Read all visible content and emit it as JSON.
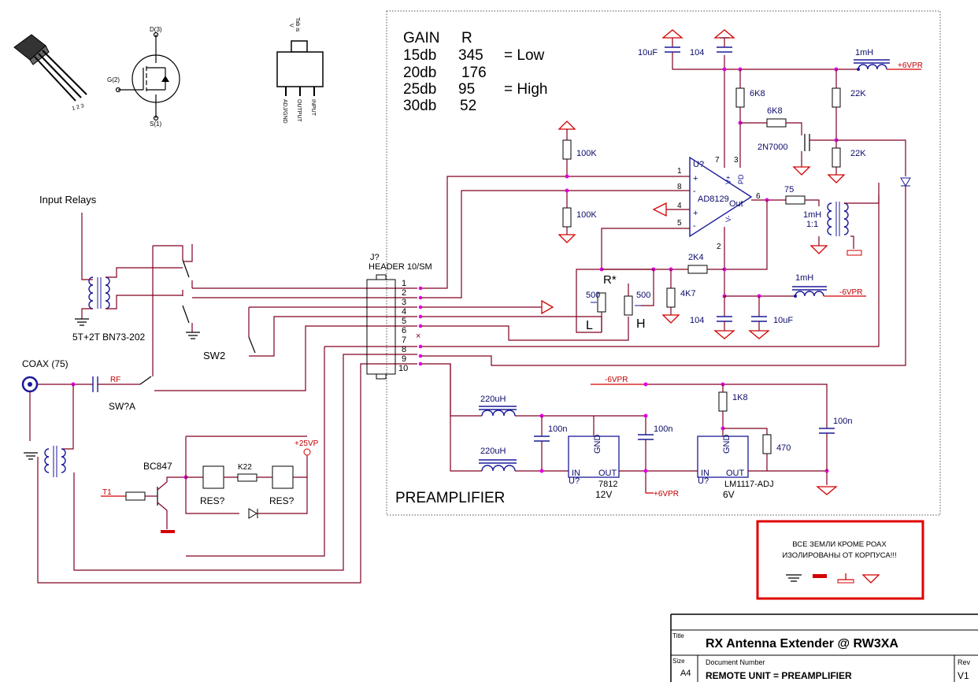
{
  "gain_table": {
    "header": [
      "GAIN",
      "R"
    ],
    "rows": [
      {
        "gain": "15db",
        "r": "345",
        "note": "= Low"
      },
      {
        "gain": "20db",
        "r": "176",
        "note": ""
      },
      {
        "gain": "25db",
        "r": "95",
        "note": "= High"
      },
      {
        "gain": "30db",
        "r": "52",
        "note": ""
      }
    ]
  },
  "labels": {
    "input_relays": "Input Relays",
    "transformer": "5T+2T BN73-202",
    "sw2": "SW2",
    "coax": "COAX (75)",
    "rf": "RF",
    "swa": "SW?A",
    "bc847": "BC847",
    "t1": "T1",
    "k22": "K22",
    "res1": "RES?",
    "res2": "RES?",
    "p25v": "+25VP",
    "header_ref": "J?",
    "header_name": "HEADER 10/SM",
    "header_pins": [
      "1",
      "2",
      "3",
      "4",
      "5",
      "6",
      "7",
      "8",
      "9",
      "10"
    ],
    "preamplifier": "PREAMPLIFIER",
    "r100k_a": "100K",
    "r100k_b": "100K",
    "c10uf_top": "10uF",
    "c104_top": "104",
    "l1mh_top": "1mH",
    "p6vpr": "+6VPR",
    "r6k8_a": "6K8",
    "r6k8_b": "6K8",
    "r22k_a": "22K",
    "r22k_b": "22K",
    "n7000": "2N7000",
    "opamp": "AD8129",
    "opamp_ref": "U?",
    "pin1": "1",
    "pin8": "8",
    "pin4": "4",
    "pin5": "5",
    "pin6": "6",
    "pin7": "7",
    "pin3": "3",
    "pin2": "2",
    "vplus": "V+",
    "vminus": "V-",
    "pd": "PD",
    "out": "Out",
    "r75": "75",
    "l1mh_mid": "1mH",
    "ratio": "1:1",
    "r2k4": "2K4",
    "r4k7": "4K7",
    "rstar": "R*",
    "pot_l_val": "500",
    "pot_h_val": "500",
    "pot_l": "L",
    "pot_h": "H",
    "l1mh_neg": "1mH",
    "m6vpr": "-6VPR",
    "c104_bot": "104",
    "c10uf_bot": "10uF",
    "m6vpr_rail": "-6VPR",
    "l220_a": "220uH",
    "l220_b": "220uH",
    "c100n_a": "100n",
    "c100n_b": "100n",
    "c100n_c": "100n",
    "reg1_gnd": "GND",
    "reg1_in": "IN",
    "reg1_out": "OUT",
    "reg1_ref": "U?",
    "reg1_name": "7812",
    "reg1_v": "12V",
    "reg2_gnd": "GND",
    "reg2_in": "IN",
    "reg2_out": "OUT",
    "reg2_ref": "U?",
    "reg2_name": "LM1117-ADJ",
    "reg2_v": "6V",
    "p6vpr_b": "+6VPR",
    "r1k8": "1K8",
    "r470": "470",
    "mosfet_d": "D(3)",
    "mosfet_g": "G(2)",
    "mosfet_s": "S(1)",
    "sot_tab": "Tab is",
    "sot_vout": "V",
    "sot_pins": [
      "ADJ/GND",
      "OUTPUT",
      "INPUT"
    ],
    "to92_pins": "1 2 3"
  },
  "notice": {
    "line1": "ВСЕ ЗЕМЛИ КРОМЕ РОАХ",
    "line2": "ИЗОЛИРОВАНЫ ОТ КОРПУСА!!!",
    "border_color": "#e00000"
  },
  "title_block": {
    "title_label": "Title",
    "title": "RX Antenna Extender @ RW3XA",
    "size_label": "Size",
    "size": "A4",
    "docnum_label": "Document  Number",
    "docnum": "REMOTE UNIT = PREAMPLIFIER",
    "rev_label": "Rev",
    "rev": "V1"
  }
}
